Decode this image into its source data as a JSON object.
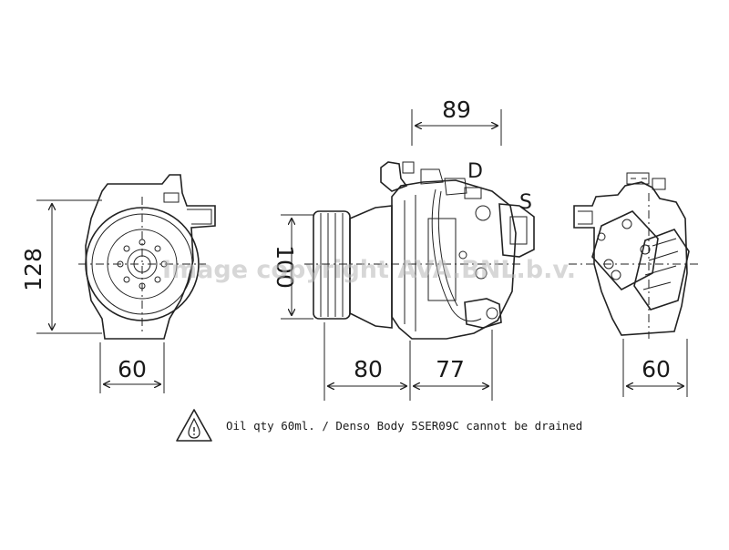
{
  "dimensions": {
    "height_left": "128",
    "width_left": "60",
    "top_width": "89",
    "body_height": "100",
    "bottom_left": "80",
    "bottom_right": "77",
    "width_right": "60"
  },
  "callouts": {
    "discharge": "D",
    "suction": "S"
  },
  "note": {
    "icon": "oil-can-warning-icon",
    "text": "Oil qty 60ml. / Denso Body 5SER09C cannot be drained"
  },
  "watermark": {
    "text": "Image copyright AVA.BNL.b.v."
  }
}
